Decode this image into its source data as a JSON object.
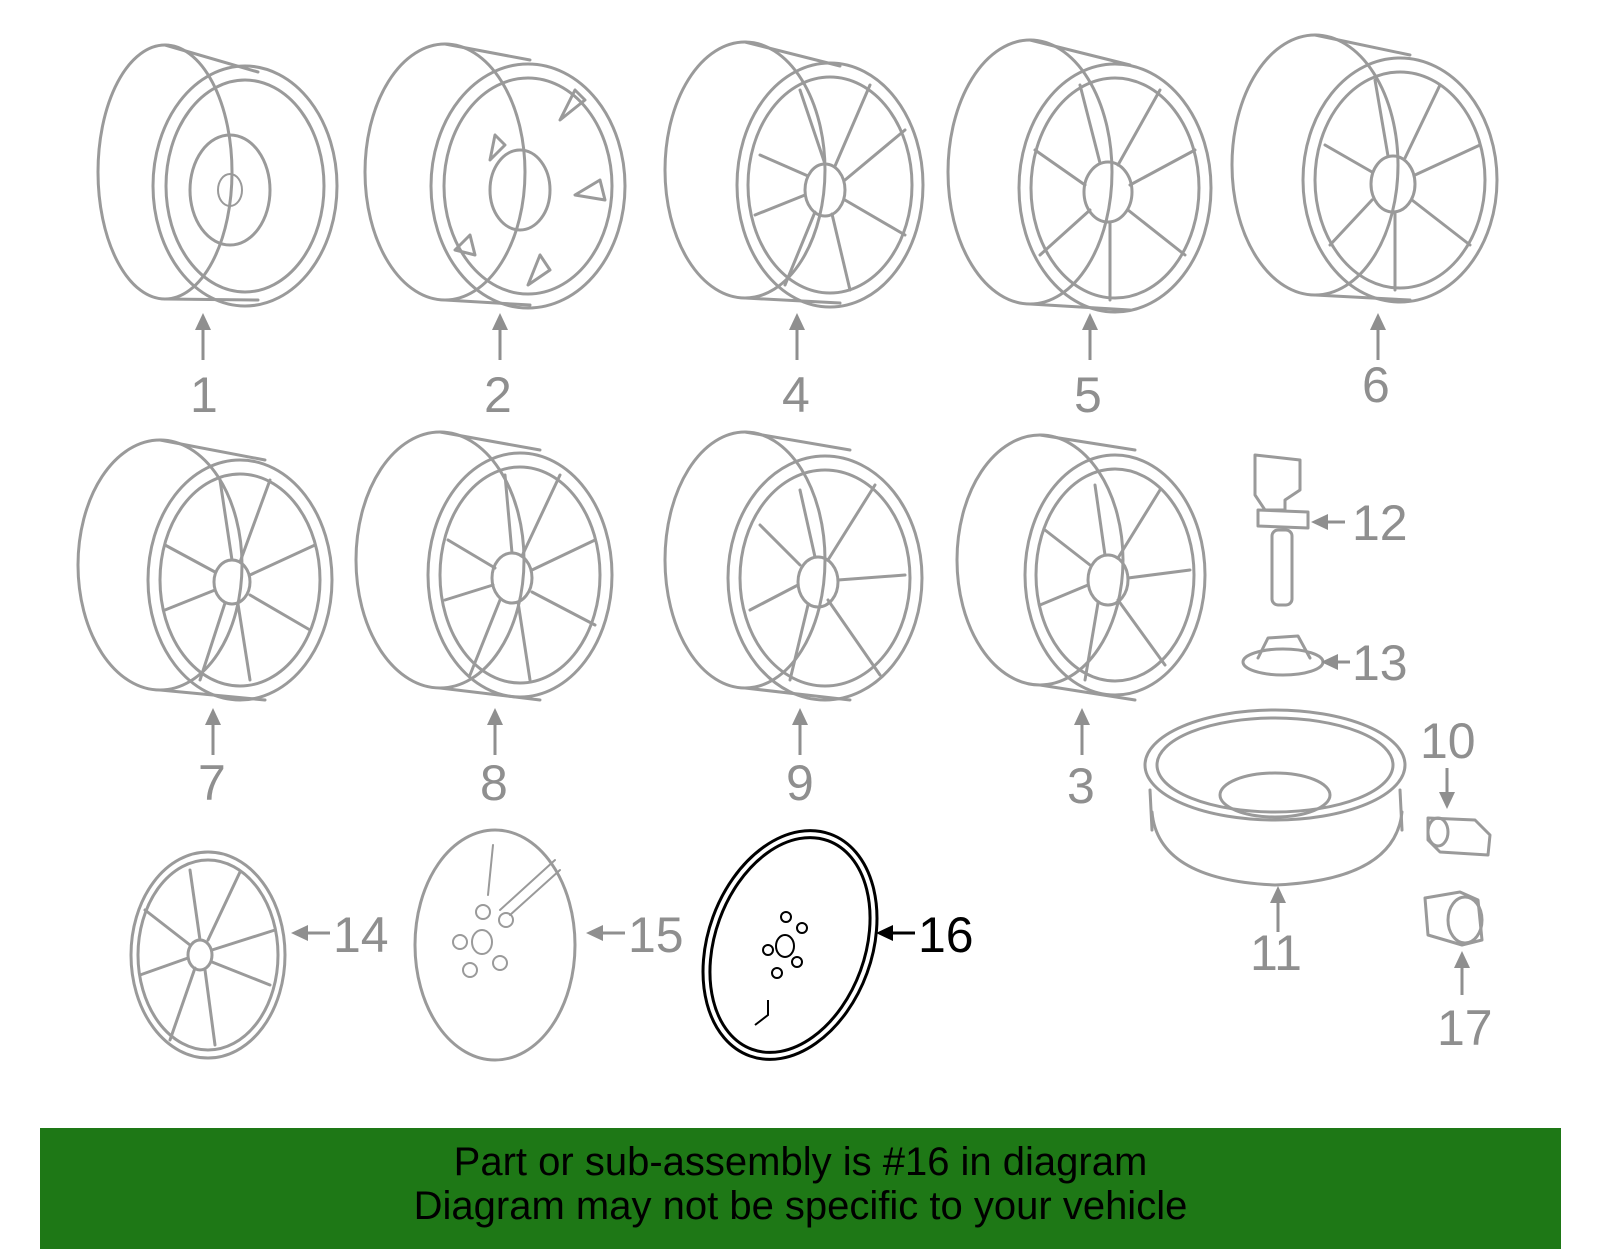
{
  "diagram": {
    "highlighted_part": "16",
    "callouts": [
      "1",
      "2",
      "4",
      "5",
      "6",
      "7",
      "8",
      "9",
      "3",
      "12",
      "13",
      "10",
      "11",
      "17",
      "14",
      "15",
      "16"
    ],
    "colors": {
      "line": "#9a9a9a",
      "highlight": "#000000",
      "banner": "#1e7816"
    }
  },
  "banner": {
    "line1": "Part or sub-assembly is #16 in diagram",
    "line2": "Diagram may not be specific to your vehicle"
  }
}
